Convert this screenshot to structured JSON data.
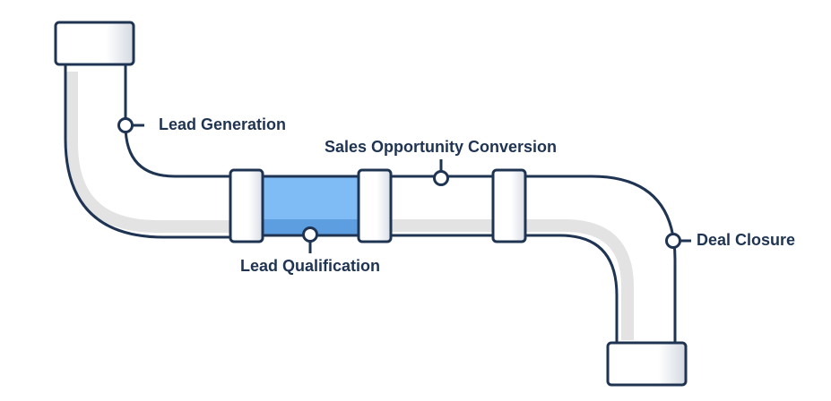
{
  "diagram": {
    "stages": [
      {
        "id": "lead-generation",
        "label": "Lead Generation"
      },
      {
        "id": "sales-opportunity-conversion",
        "label": "Sales Opportunity Conversion"
      },
      {
        "id": "lead-qualification",
        "label": "Lead Qualification"
      },
      {
        "id": "deal-closure",
        "label": "Deal Closure"
      }
    ],
    "colors": {
      "outline": "#1f3452",
      "pipe_fill": "#ffffff",
      "pipe_shadow": "#e3e3e3",
      "water": "#7fbcf5",
      "water_deep": "#5c9ee0",
      "coupling_shade": "#dfe3ea",
      "label_text": "#1f3452"
    }
  }
}
